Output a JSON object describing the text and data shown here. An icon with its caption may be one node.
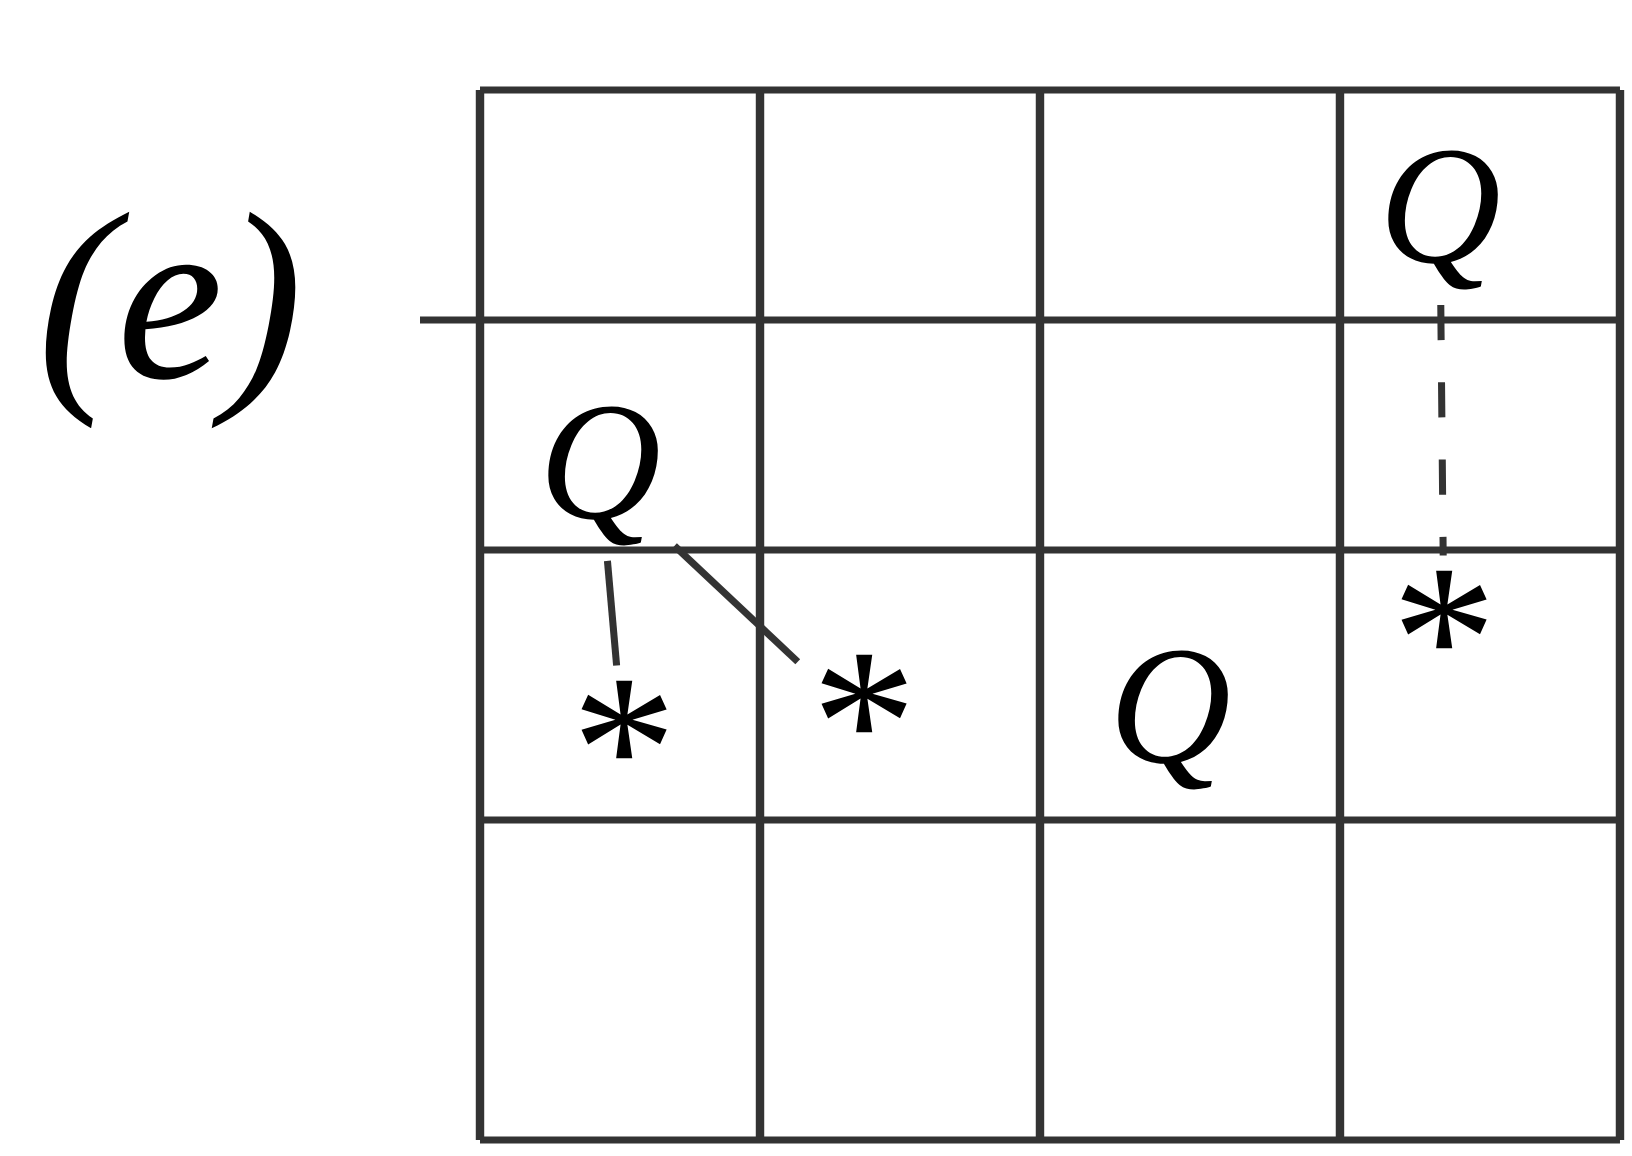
{
  "diagram": {
    "nodes": [
      {
        "text": [
          "Q"
        ]
      },
      {
        "text": [
          "Q"
        ]
      },
      {
        "text": [
          "*"
        ]
      },
      {
        "text": [
          "*"
        ]
      },
      {
        "text": [
          "Q"
        ]
      },
      {
        "text": [
          "*"
        ]
      }
    ],
    "edges": [
      {
        "from": 1,
        "to": 2,
        "arrow": "none"
      },
      {
        "from": 1,
        "to": 3,
        "arrow": "none"
      },
      {
        "from": 0,
        "to": 5,
        "arrow": "none",
        "style": "dashed"
      }
    ],
    "labels": [
      "(e)"
    ]
  }
}
